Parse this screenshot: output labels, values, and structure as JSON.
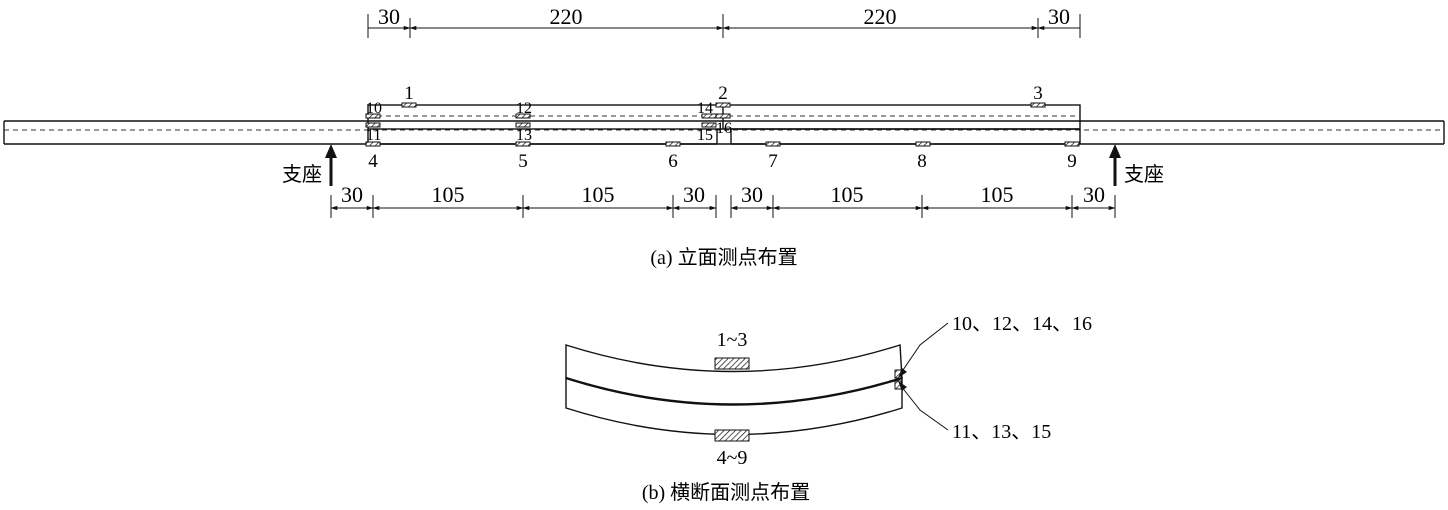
{
  "top_dimensions": [
    "30",
    "220",
    "220",
    "30"
  ],
  "bottom_dimensions": [
    "30",
    "105",
    "105",
    "30",
    "30",
    "105",
    "105",
    "30"
  ],
  "support_label_left": "支座",
  "support_label_right": "支座",
  "upper_points": [
    "1",
    "2",
    "3"
  ],
  "interface_points_upper": [
    "10",
    "12",
    "14",
    "16"
  ],
  "interface_points_lower": [
    "11",
    "13",
    "15"
  ],
  "lower_points": [
    "4",
    "5",
    "6",
    "7",
    "8",
    "9"
  ],
  "caption_a": "(a) 立面测点布置",
  "section": {
    "top_label": "1~3",
    "bottom_label": "4~9",
    "right_upper_label": "10、12、14、16",
    "right_lower_label": "11、13、15"
  },
  "caption_b": "(b) 横断面测点布置"
}
